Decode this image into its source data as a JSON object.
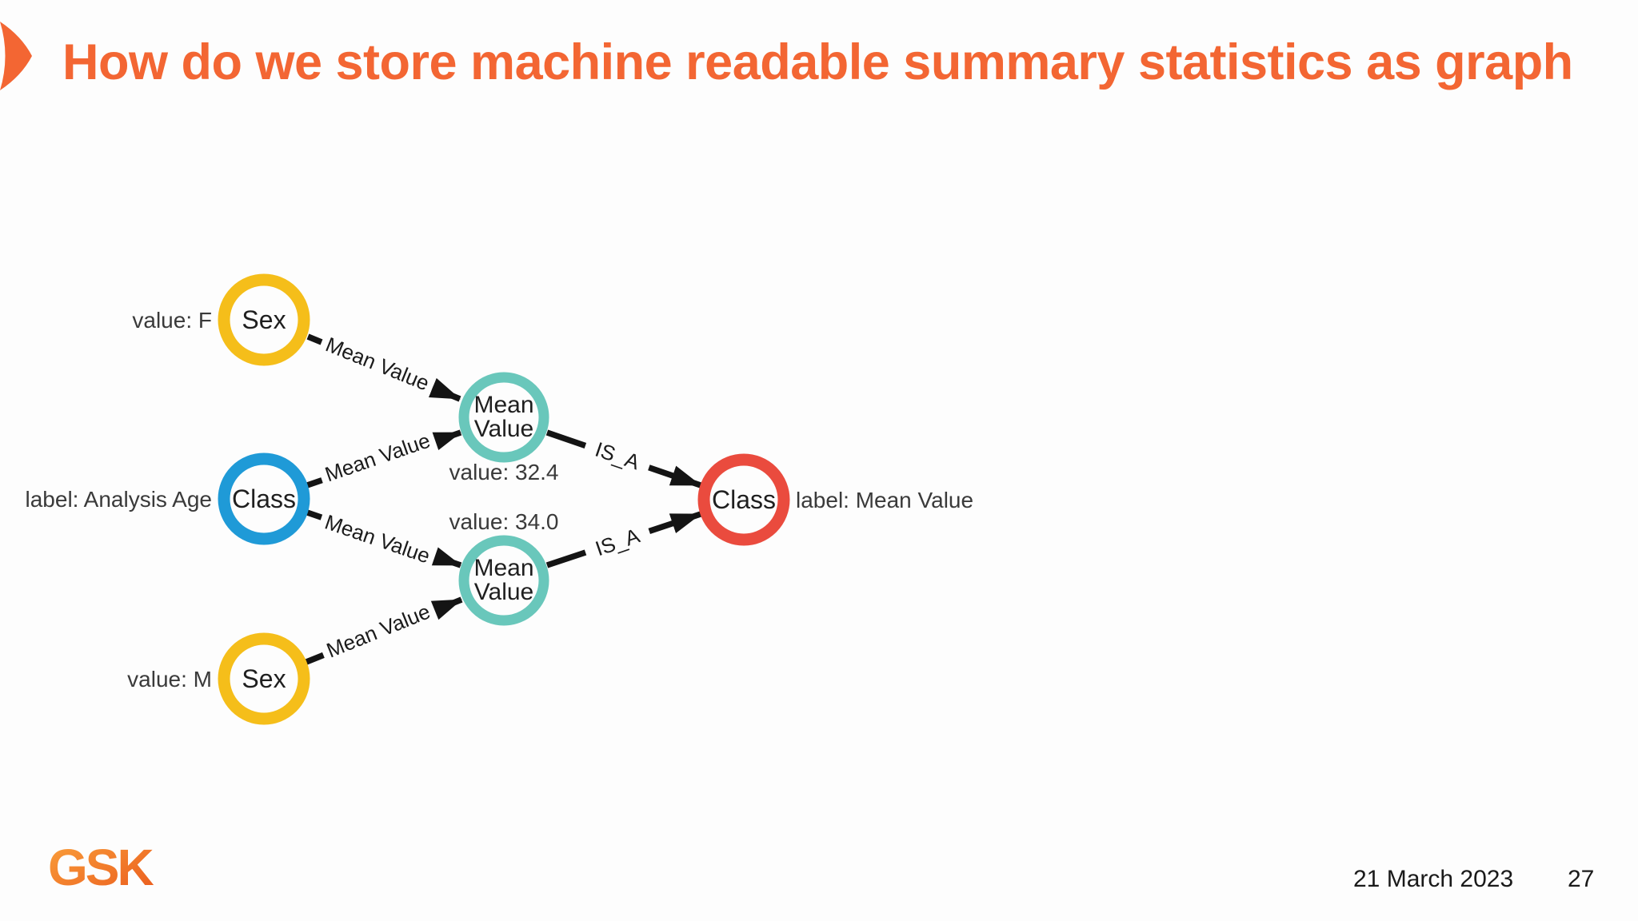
{
  "slide": {
    "title": "How do we store machine readable summary statistics as graph",
    "footer": {
      "logo_text": "GSK",
      "date": "21 March 2023",
      "page_number": "27"
    }
  },
  "icons": {
    "accent_arrow": "right-pointing-chevron-arrow",
    "logo": "gsk-logo"
  },
  "colors": {
    "background": "#FDFDFD",
    "title_orange": "#F36633",
    "logo_orange_light": "#FAA13B",
    "logo_orange_dark": "#EA5A1D",
    "node_gold": "#F5BE1A",
    "node_blue": "#1F9AD7",
    "node_teal": "#69C7BB",
    "node_red": "#EA4B3E",
    "edge_black": "#141414"
  },
  "graph": {
    "nodes": [
      {
        "id": "sex-f",
        "label": "Sex",
        "annotation": "value: F",
        "color": "#F5BE1A"
      },
      {
        "id": "class-analysis-age",
        "label": "Class",
        "annotation": "label: Analysis Age",
        "color": "#1F9AD7"
      },
      {
        "id": "sex-m",
        "label": "Sex",
        "annotation": "value: M",
        "color": "#F5BE1A"
      },
      {
        "id": "mean-value-f",
        "label": "Mean Value",
        "label_lines": [
          "Mean",
          "Value"
        ],
        "annotation": "value: 32.4",
        "color": "#69C7BB"
      },
      {
        "id": "mean-value-m",
        "label": "Mean Value",
        "label_lines": [
          "Mean",
          "Value"
        ],
        "annotation": "value: 34.0",
        "color": "#69C7BB"
      },
      {
        "id": "class-mean-value",
        "label": "Class",
        "annotation": "label: Mean Value",
        "color": "#EA4B3E"
      }
    ],
    "edges": [
      {
        "from": "sex-f",
        "to": "mean-value-f",
        "label": "Mean Value"
      },
      {
        "from": "class-analysis-age",
        "to": "mean-value-f",
        "label": "Mean Value"
      },
      {
        "from": "class-analysis-age",
        "to": "mean-value-m",
        "label": "Mean Value"
      },
      {
        "from": "sex-m",
        "to": "mean-value-m",
        "label": "Mean Value"
      },
      {
        "from": "mean-value-f",
        "to": "class-mean-value",
        "label": "IS_A"
      },
      {
        "from": "mean-value-m",
        "to": "class-mean-value",
        "label": "IS_A"
      }
    ]
  }
}
